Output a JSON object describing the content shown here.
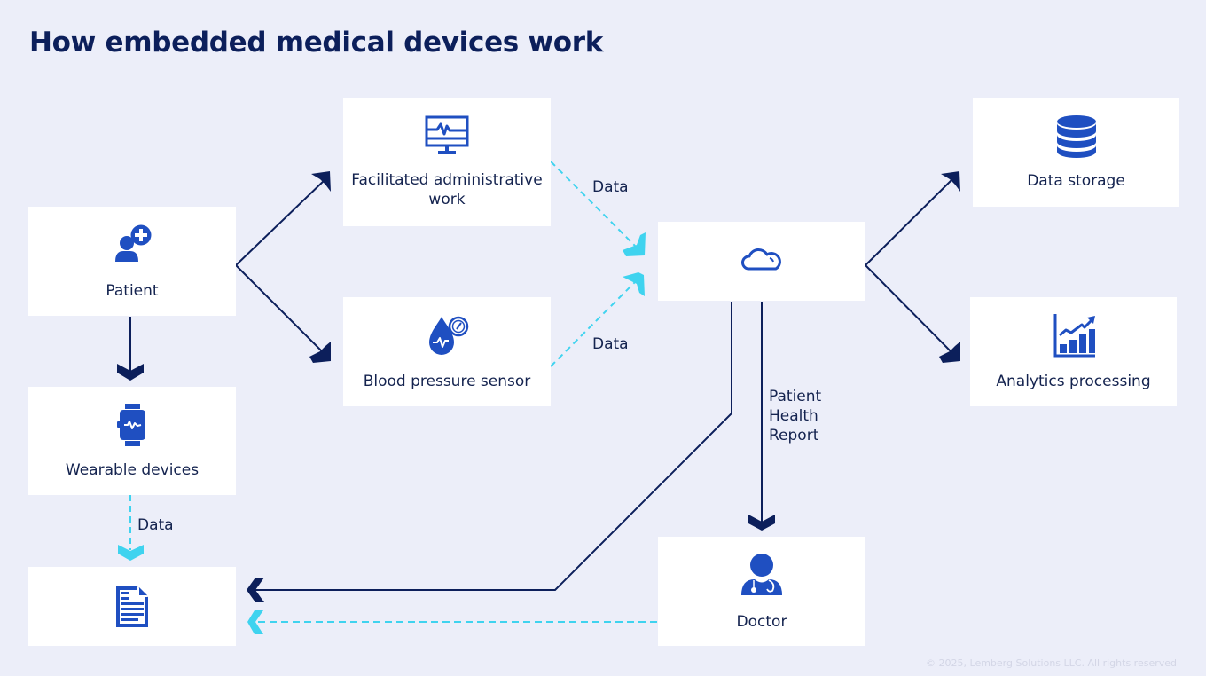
{
  "title": "How embedded medical devices work",
  "colors": {
    "background": "#eceef9",
    "node_fill": "#ffffff",
    "icon_blue": "#1f4fc1",
    "primary_arrow": "#0c1f5b",
    "data_arrow": "#3fd3ef",
    "text": "#14234f"
  },
  "nodes": {
    "patient": {
      "label": "Patient",
      "icon": "patient-add-icon"
    },
    "admin": {
      "label": "Facilitated administrative work",
      "icon": "monitor-heartbeat-icon"
    },
    "bp": {
      "label": "Blood pressure sensor",
      "icon": "blood-drop-gauge-icon"
    },
    "wearable": {
      "label": "Wearable devices",
      "icon": "smartwatch-icon"
    },
    "cloud": {
      "label": "",
      "icon": "cloud-icon"
    },
    "storage": {
      "label": "Data storage",
      "icon": "database-icon"
    },
    "analytics": {
      "label": "Analytics processing",
      "icon": "bar-chart-trend-icon"
    },
    "doctor": {
      "label": "Doctor",
      "icon": "doctor-icon"
    },
    "document": {
      "label": "",
      "icon": "document-icon"
    }
  },
  "edges": [
    {
      "from": "patient",
      "to": "admin",
      "style": "solid",
      "label": ""
    },
    {
      "from": "patient",
      "to": "bp",
      "style": "solid",
      "label": ""
    },
    {
      "from": "patient",
      "to": "wearable",
      "style": "solid",
      "label": ""
    },
    {
      "from": "admin",
      "to": "cloud",
      "style": "dashed",
      "label": "Data"
    },
    {
      "from": "bp",
      "to": "cloud",
      "style": "dashed",
      "label": "Data"
    },
    {
      "from": "cloud",
      "to": "storage",
      "style": "solid",
      "label": ""
    },
    {
      "from": "cloud",
      "to": "analytics",
      "style": "solid",
      "label": ""
    },
    {
      "from": "cloud",
      "to": "doctor",
      "style": "solid",
      "label": "Patient Health Report"
    },
    {
      "from": "cloud",
      "to": "document",
      "style": "solid",
      "label": ""
    },
    {
      "from": "wearable",
      "to": "document",
      "style": "dashed",
      "label": "Data"
    },
    {
      "from": "doctor",
      "to": "document",
      "style": "dashed",
      "label": ""
    }
  ],
  "edge_labels": {
    "admin_cloud": "Data",
    "bp_cloud": "Data",
    "wearable_document": "Data",
    "report_line1": "Patient",
    "report_line2": "Health",
    "report_line3": "Report"
  },
  "copyright": "© 2025, Lemberg Solutions LLC. All rights reserved"
}
